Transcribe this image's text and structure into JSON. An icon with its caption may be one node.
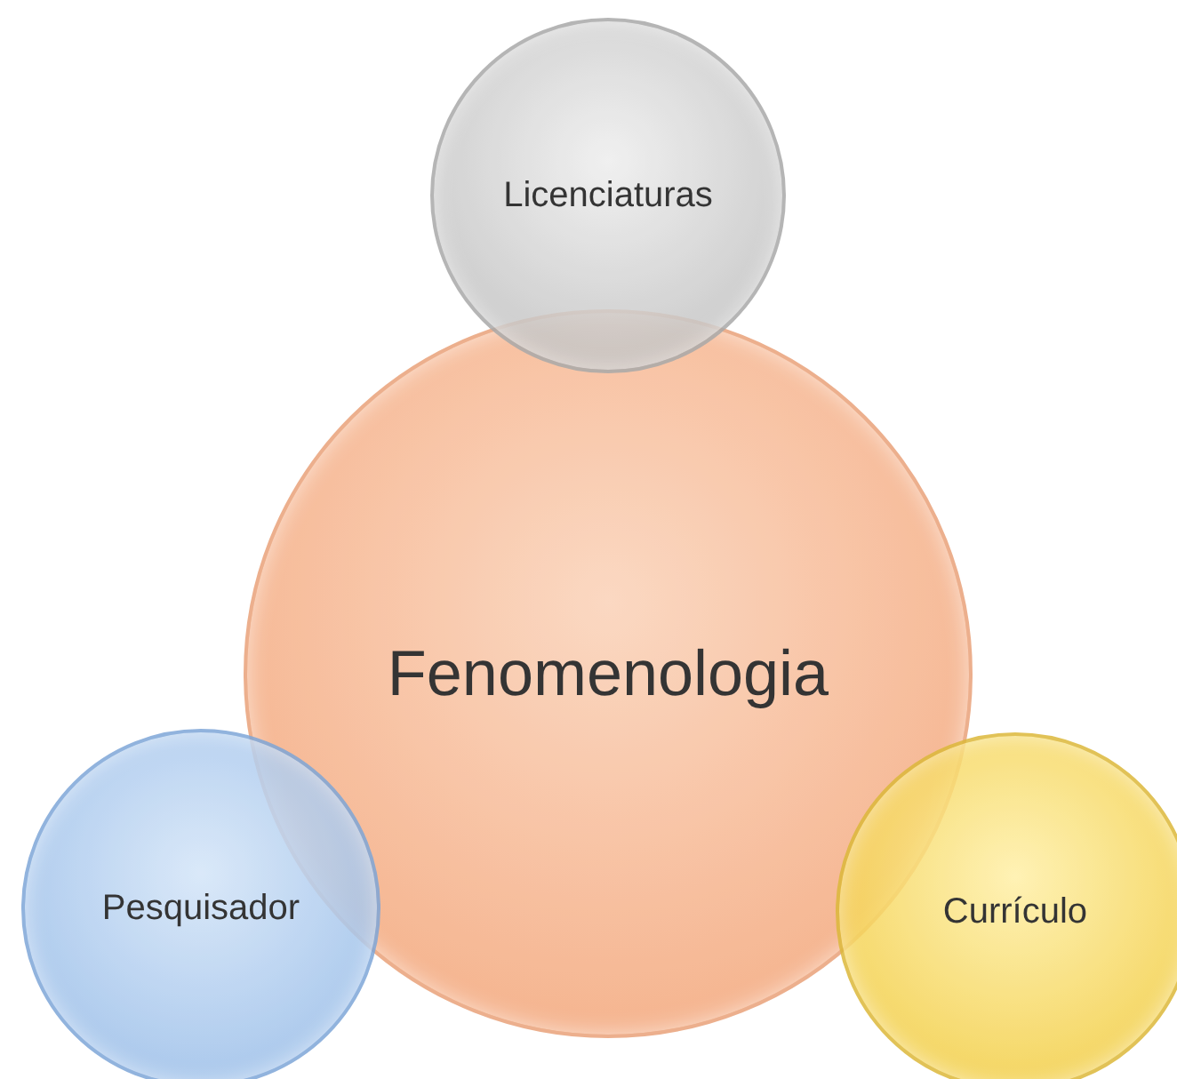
{
  "diagram": {
    "nodes": [
      {
        "text": [
          "Fenomenologia"
        ]
      },
      {
        "text": [
          "Licenciaturas"
        ]
      },
      {
        "text": [
          "Pesquisador"
        ]
      },
      {
        "text": [
          "Currículo"
        ]
      }
    ]
  }
}
